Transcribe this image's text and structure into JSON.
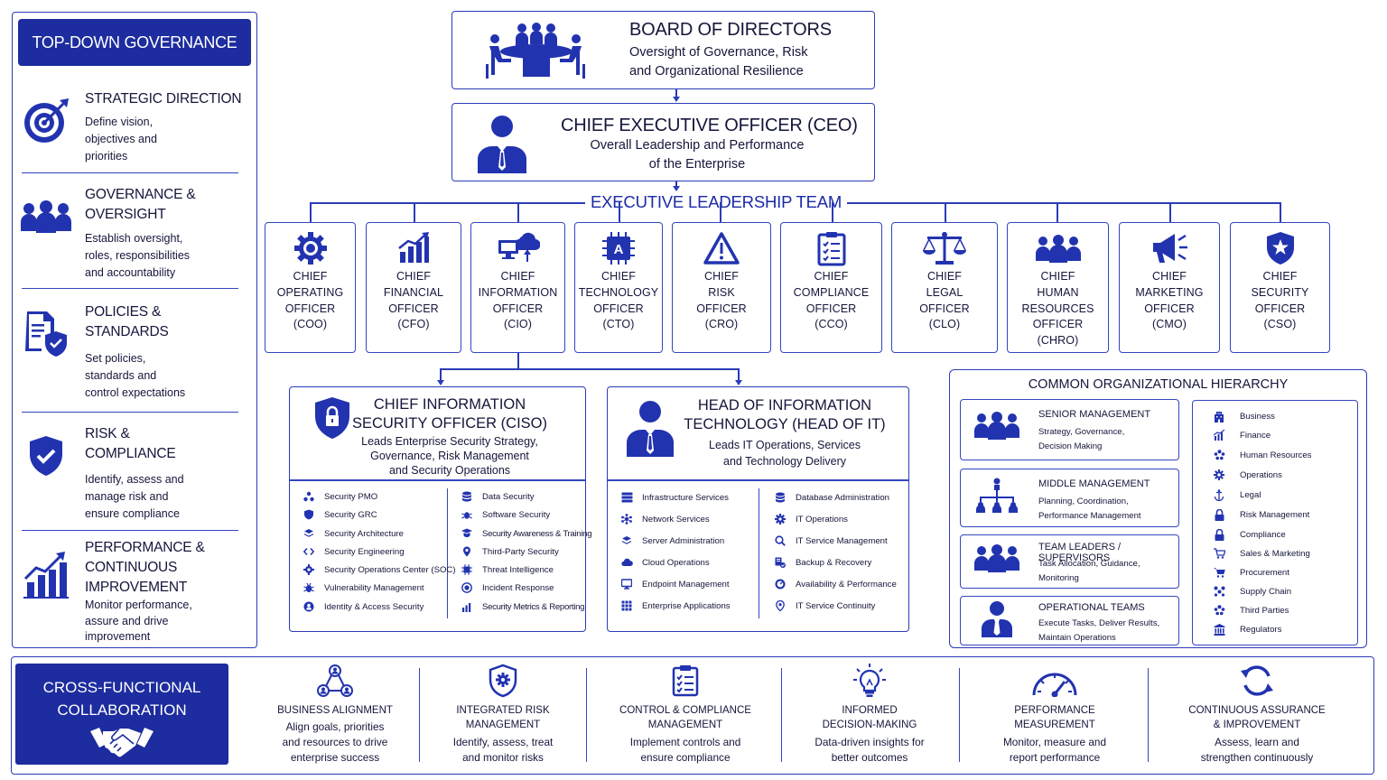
{
  "left_panel": {
    "title": "TOP-DOWN GOVERNANCE",
    "items": [
      {
        "icon": "target-icon",
        "heading": [
          "STRATEGIC DIRECTION"
        ],
        "desc": [
          "Define vision,",
          "objectives and",
          "priorities"
        ]
      },
      {
        "icon": "group-icon",
        "heading": [
          "GOVERNANCE &",
          "OVERSIGHT"
        ],
        "desc": [
          "Establish oversight,",
          "roles, responsibilities",
          "and accountability"
        ]
      },
      {
        "icon": "policy-shield-icon",
        "heading": [
          "POLICIES &",
          "STANDARDS"
        ],
        "desc": [
          "Set policies,",
          "standards and",
          "control expectations"
        ]
      },
      {
        "icon": "shield-check-icon",
        "heading": [
          "RISK &",
          "COMPLIANCE"
        ],
        "desc": [
          "Identify, assess and",
          "manage risk and",
          "ensure compliance"
        ]
      },
      {
        "icon": "growth-chart-icon",
        "heading": [
          "PERFORMANCE &",
          "CONTINUOUS",
          "IMPROVEMENT"
        ],
        "desc": [
          "Monitor performance,",
          "assure and drive",
          "improvement"
        ]
      }
    ]
  },
  "board": {
    "title": "BOARD OF DIRECTORS",
    "sub1": "Oversight of Governance, Risk",
    "sub2": "and Organizational Resilience"
  },
  "ceo": {
    "title": "CHIEF EXECUTIVE OFFICER (CEO)",
    "sub1": "Overall Leadership and Performance",
    "sub2": "of the Enterprise"
  },
  "elt_title": "EXECUTIVE LEADERSHIP TEAM",
  "executives": [
    {
      "icon": "gear-icon",
      "lines": [
        "CHIEF",
        "OPERATING",
        "OFFICER",
        "(COO)"
      ]
    },
    {
      "icon": "bar-chart-icon",
      "lines": [
        "CHIEF",
        "FINANCIAL",
        "OFFICER",
        "(CFO)"
      ]
    },
    {
      "icon": "cloud-computer-icon",
      "lines": [
        "CHIEF",
        "INFORMATION",
        "OFFICER",
        "(CIO)"
      ]
    },
    {
      "icon": "chip-icon",
      "lines": [
        "CHIEF",
        "TECHNOLOGY",
        "OFFICER",
        "(CTO)"
      ]
    },
    {
      "icon": "warning-icon",
      "lines": [
        "CHIEF",
        "RISK",
        "OFFICER",
        "(CRO)"
      ]
    },
    {
      "icon": "clipboard-icon",
      "lines": [
        "CHIEF",
        "COMPLIANCE",
        "OFFICER",
        "(CCO)"
      ]
    },
    {
      "icon": "scales-icon",
      "lines": [
        "CHIEF",
        "LEGAL",
        "OFFICER",
        "(CLO)"
      ]
    },
    {
      "icon": "people-icon",
      "lines": [
        "CHIEF",
        "HUMAN",
        "RESOURCES",
        "OFFICER",
        "(CHRO)"
      ]
    },
    {
      "icon": "megaphone-icon",
      "lines": [
        "CHIEF",
        "MARKETING",
        "OFFICER",
        "(CMO)"
      ]
    },
    {
      "icon": "star-shield-icon",
      "lines": [
        "CHIEF",
        "SECURITY",
        "OFFICER",
        "(CSO)"
      ]
    }
  ],
  "ciso": {
    "title1": "CHIEF INFORMATION",
    "title2": "SECURITY OFFICER (CISO)",
    "desc": [
      "Leads Enterprise Security Strategy,",
      "Governance, Risk Management",
      "and Security Operations"
    ],
    "left": [
      "Security PMO",
      "Security GRC",
      "Security Architecture",
      "Security Engineering",
      "Security Operations Center (SOC)",
      "Vulnerability Management",
      "Identity & Access Security"
    ],
    "right": [
      "Data Security",
      "Software Security",
      "Security Awareness & Training",
      "Third-Party Security",
      "Threat Intelligence",
      "Incident Response",
      "Security Metrics & Reporting"
    ]
  },
  "headit": {
    "title1": "HEAD OF INFORMATION",
    "title2": "TECHNOLOGY (HEAD OF IT)",
    "desc": [
      "Leads IT Operations, Services",
      "and Technology Delivery"
    ],
    "left": [
      "Infrastructure Services",
      "Network Services",
      "Server Administration",
      "Cloud Operations",
      "Endpoint Management",
      "Enterprise Applications"
    ],
    "right": [
      "Database Administration",
      "IT Operations",
      "IT Service Management",
      "Backup & Recovery",
      "Availability & Performance",
      "IT Service Continuity"
    ]
  },
  "hierarchy": {
    "title": "COMMON ORGANIZATIONAL HIERARCHY",
    "levels": [
      {
        "title": "SENIOR MANAGEMENT",
        "desc": [
          "Strategy, Governance,",
          "Decision Making"
        ]
      },
      {
        "title": "MIDDLE MANAGEMENT",
        "desc": [
          "Planning, Coordination,",
          "Performance Management"
        ]
      },
      {
        "title": "TEAM LEADERS / SUPERVISORS",
        "desc": [
          "Task Allocation, Guidance,",
          "Monitoring"
        ]
      },
      {
        "title": "OPERATIONAL TEAMS",
        "desc": [
          "Execute Tasks, Deliver Results,",
          "Maintain Operations"
        ]
      }
    ],
    "functions": [
      "Business",
      "Finance",
      "Human Resources",
      "Operations",
      "Legal",
      "Risk Management",
      "Compliance",
      "Sales & Marketing",
      "Procurement",
      "Supply Chain",
      "Third Parties",
      "Regulators"
    ]
  },
  "bottom": {
    "cross_title": [
      "CROSS-FUNCTIONAL",
      "COLLABORATION"
    ],
    "columns": [
      {
        "icon": "network-icon",
        "title": [
          "BUSINESS ALIGNMENT"
        ],
        "desc": [
          "Align goals, priorities",
          "and resources to drive",
          "enterprise success"
        ]
      },
      {
        "icon": "shield-gear-icon",
        "title": [
          "INTEGRATED RISK",
          "MANAGEMENT"
        ],
        "desc": [
          "Identify, assess, treat",
          "and monitor risks"
        ]
      },
      {
        "icon": "checklist-icon",
        "title": [
          "CONTROL & COMPLIANCE",
          "MANAGEMENT"
        ],
        "desc": [
          "Implement controls and",
          "ensure compliance"
        ]
      },
      {
        "icon": "lightbulb-icon",
        "title": [
          "INFORMED",
          "DECISION-MAKING"
        ],
        "desc": [
          "Data-driven insights for",
          "better outcomes"
        ]
      },
      {
        "icon": "gauge-icon",
        "title": [
          "PERFORMANCE",
          "MEASUREMENT"
        ],
        "desc": [
          "Monitor, measure and",
          "report performance"
        ]
      },
      {
        "icon": "refresh-icon",
        "title": [
          "CONTINUOUS ASSURANCE",
          "& IMPROVEMENT"
        ],
        "desc": [
          "Assess, learn and",
          "strengthen continuously"
        ]
      }
    ]
  },
  "colors": {
    "primary": "#1d2c9e",
    "border": "#2b3bb8",
    "text": "#14163a"
  }
}
